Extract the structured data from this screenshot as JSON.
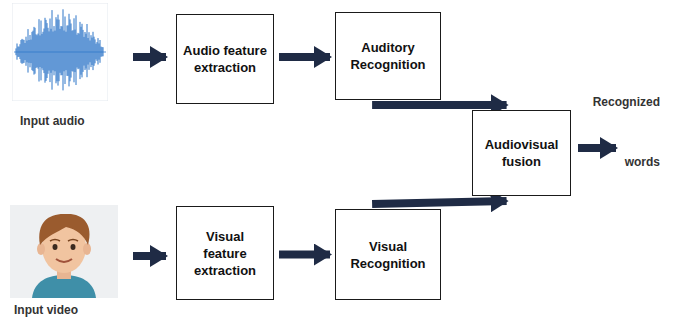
{
  "diagram": {
    "nodes": [
      {
        "text": [
          "Audio feature extraction"
        ]
      },
      {
        "text": [
          "Auditory Recognition"
        ]
      },
      {
        "text": [
          "Visual feature extraction"
        ]
      },
      {
        "text": [
          "Visual Recognition"
        ]
      },
      {
        "text": [
          "Audiovisual fusion"
        ]
      }
    ],
    "edges": [
      {
        "from": 0,
        "to": 1,
        "arrow": "to"
      },
      {
        "from": 1,
        "to": 4,
        "arrow": "to"
      },
      {
        "from": 2,
        "to": 3,
        "arrow": "to"
      },
      {
        "from": 3,
        "to": 4,
        "arrow": "to"
      }
    ],
    "labels": [
      "Input audio",
      "Recognized words",
      "Input video"
    ]
  }
}
